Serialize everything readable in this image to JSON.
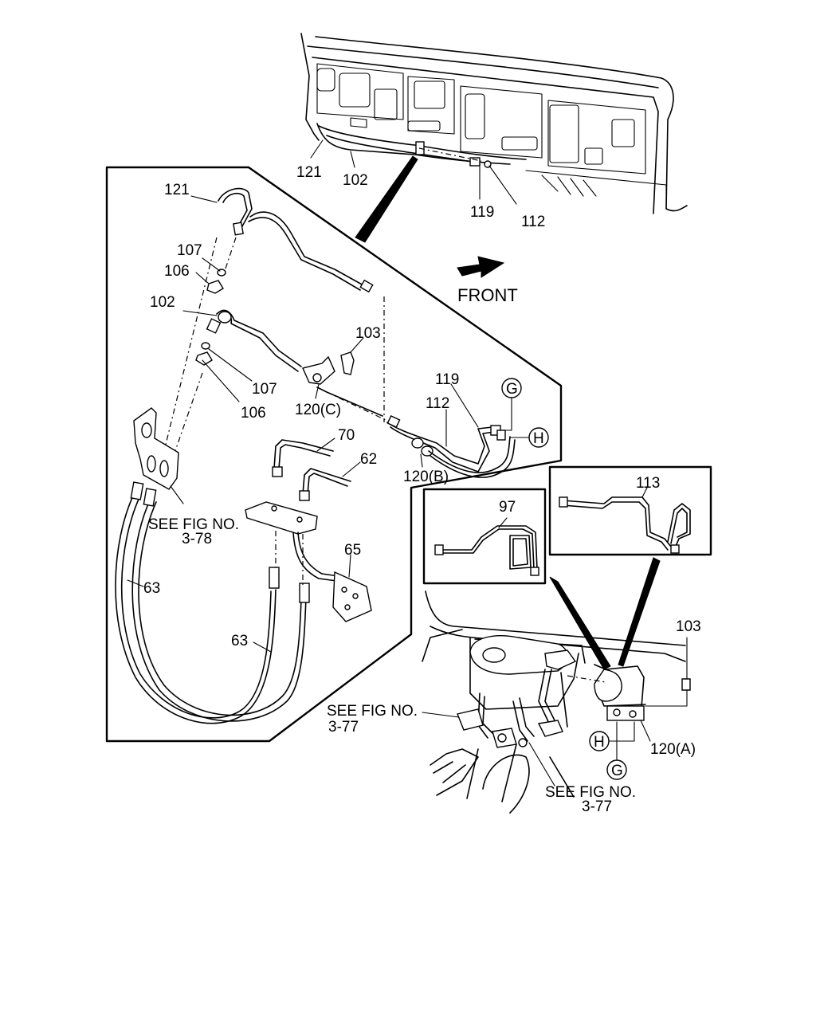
{
  "labels": {
    "top_121": "121",
    "top_102": "102",
    "top_119": "119",
    "top_112": "112",
    "front": "FRONT",
    "l_121": "121",
    "l_107a": "107",
    "l_106a": "106",
    "l_102": "102",
    "l_103a": "103",
    "l_107b": "107",
    "l_106b": "106",
    "l_120c": "120(C)",
    "l_119": "119",
    "l_112": "112",
    "l_120b": "120(B)",
    "l_70": "70",
    "l_62": "62",
    "see_fig_378_a": "SEE FIG NO.",
    "see_fig_378_b": "3-78",
    "l_63a": "63",
    "l_63b": "63",
    "l_65": "65",
    "l_97": "97",
    "l_113": "113",
    "r_103": "103",
    "see_fig_377a_a": "SEE FIG NO.",
    "see_fig_377a_b": "3-77",
    "r_120a": "120(A)",
    "see_fig_377b_a": "SEE FIG NO.",
    "see_fig_377b_b": "3-77"
  },
  "callouts": {
    "g_top": "G",
    "h_top": "H",
    "h_bottom": "H",
    "g_bottom": "G"
  }
}
